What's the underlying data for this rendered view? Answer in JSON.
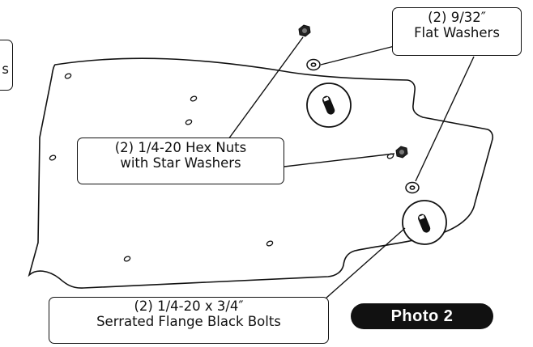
{
  "callouts": {
    "washers": {
      "line1": "(2) 9/32″",
      "line2": "Flat Washers"
    },
    "nuts": {
      "line1": "(2) 1/4-20 Hex Nuts",
      "line2": "with Star Washers"
    },
    "bolts": {
      "line1": "(2) 1/4-20 x 3/4″",
      "line2": "Serrated Flange Black Bolts"
    },
    "left_partial": {
      "text": "s"
    }
  },
  "badge": {
    "label": "Photo 2"
  }
}
